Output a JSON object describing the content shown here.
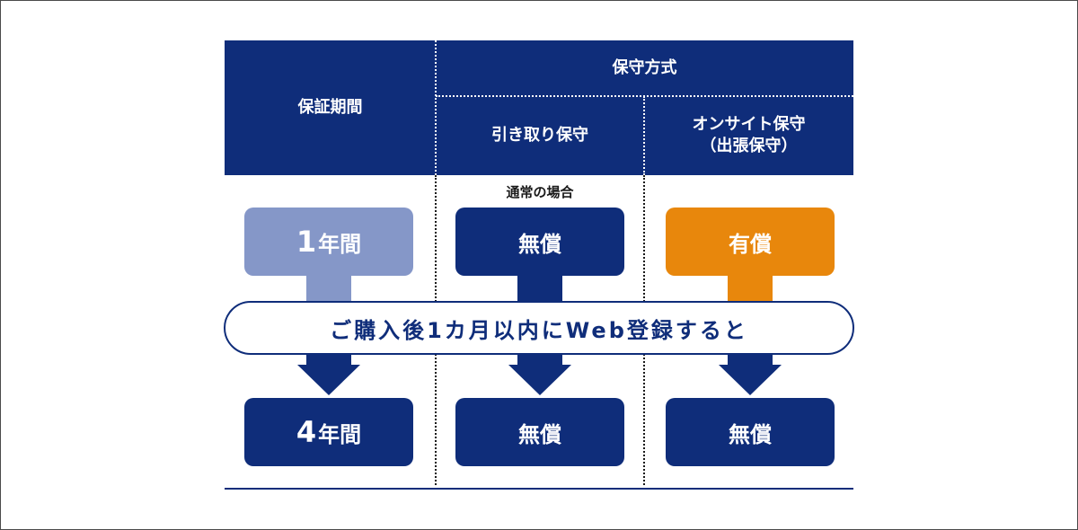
{
  "header": {
    "period_label": "保証期間",
    "method_label": "保守方式",
    "pickup_label": "引き取り保守",
    "onsite_label_line1": "オンサイト保守",
    "onsite_label_line2": "（出張保守）"
  },
  "note_label": "通常の場合",
  "rows": {
    "normal": {
      "period_number": "1",
      "period_unit": "年間",
      "pickup_value": "無償",
      "onsite_value": "有償"
    },
    "registered": {
      "period_number": "4",
      "period_unit": "年間",
      "pickup_value": "無償",
      "onsite_value": "無償"
    }
  },
  "banner_text": "ご購入後1カ月以内にWeb登録すると",
  "colors": {
    "navy": "#0f2d7a",
    "light_blue": "#8597c8",
    "orange": "#e8870c",
    "white": "#ffffff"
  }
}
